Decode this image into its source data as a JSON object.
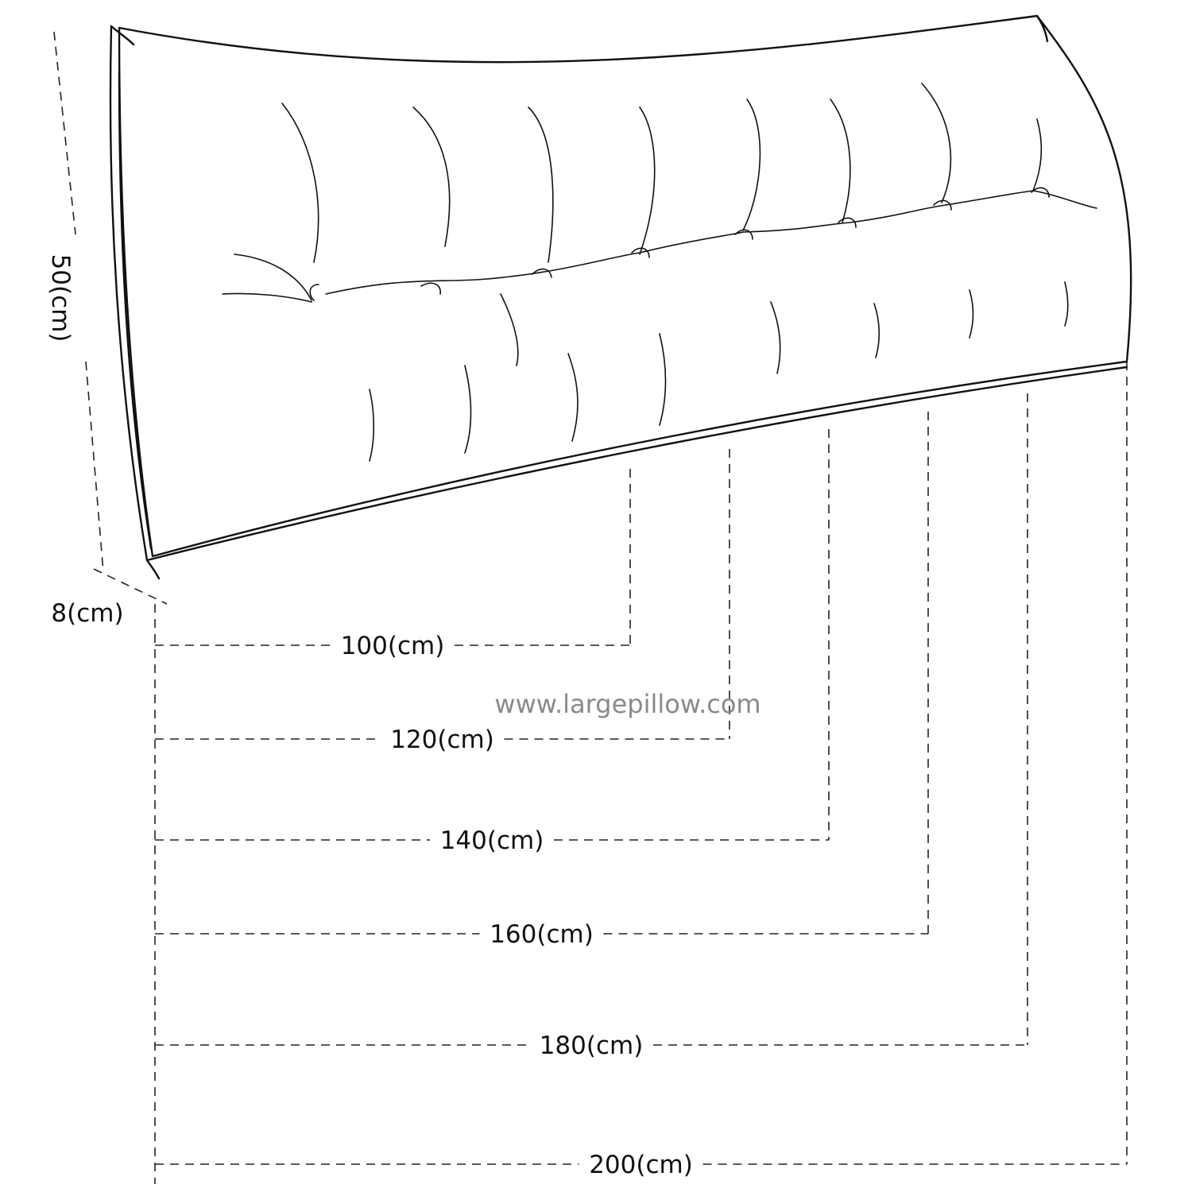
{
  "dimensions": {
    "height_label": "50(cm)",
    "depth_label": "8(cm)",
    "widths": [
      {
        "label": "100(cm)",
        "value": 100
      },
      {
        "label": "120(cm)",
        "value": 120
      },
      {
        "label": "140(cm)",
        "value": 140
      },
      {
        "label": "160(cm)",
        "value": 160
      },
      {
        "label": "180(cm)",
        "value": 180
      },
      {
        "label": "200(cm)",
        "value": 200
      }
    ],
    "unit": "cm"
  },
  "watermark": "www.largepillow.com",
  "colors": {
    "line": "#111111",
    "watermark": "#8a8a8a",
    "background": "#ffffff"
  }
}
